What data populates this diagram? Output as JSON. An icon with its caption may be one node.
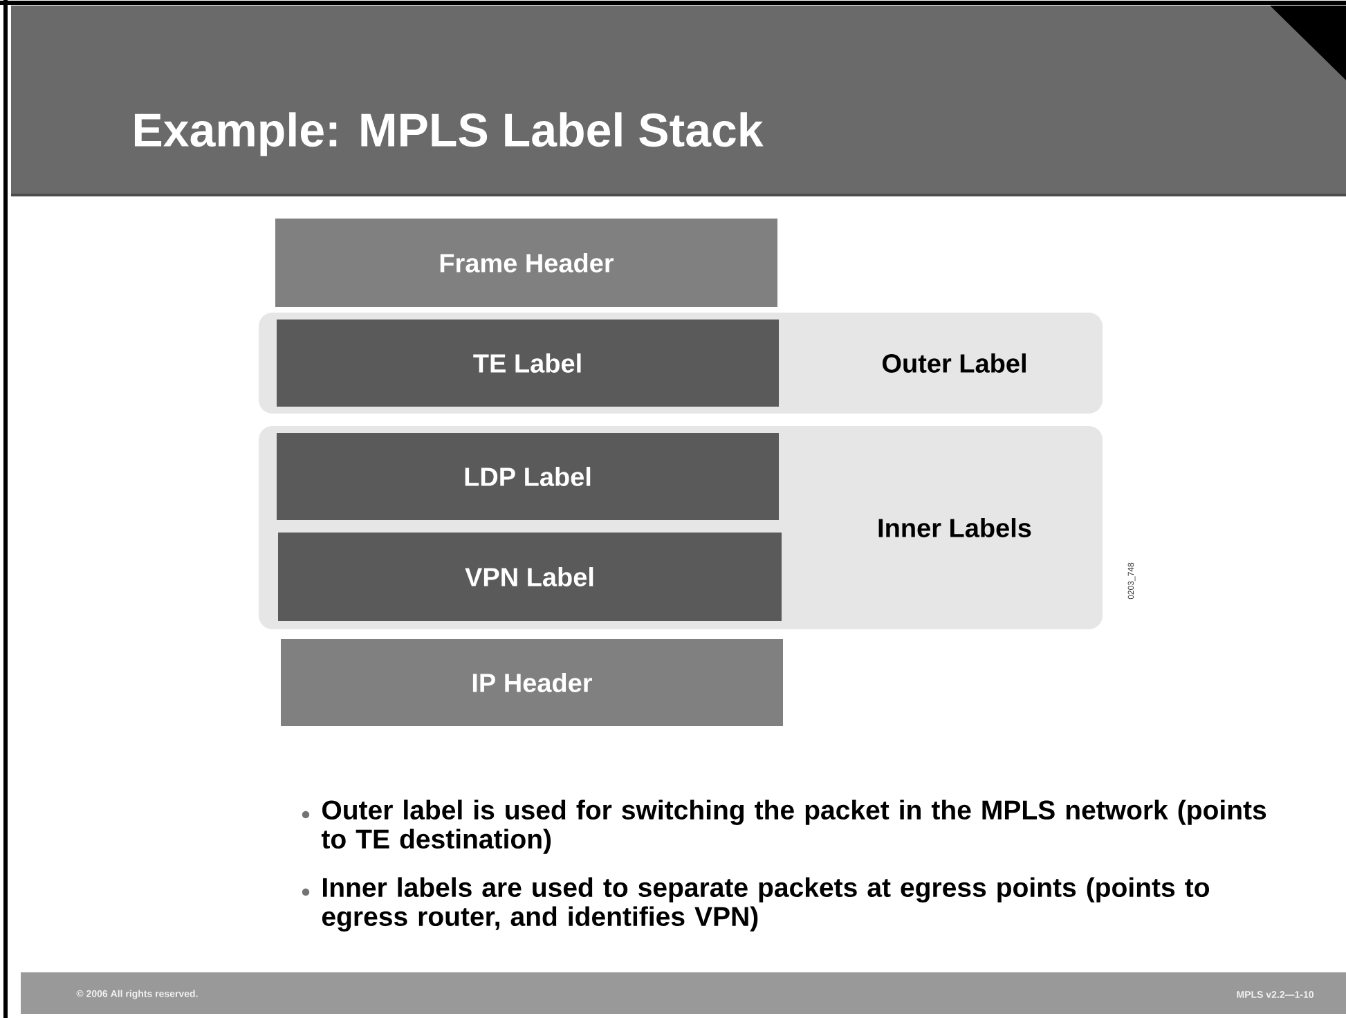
{
  "diagram": {
    "title": "Example: MPLS Label Stack",
    "nodes": [
      {
        "text": [
          "Frame Header"
        ]
      },
      {
        "text": [
          "Outer Label"
        ]
      },
      {
        "text": [
          "TE Label"
        ],
        "in": 1
      },
      {
        "text": [
          "Inner Labels"
        ]
      },
      {
        "text": [
          "LDP Label"
        ],
        "in": 3
      },
      {
        "text": [
          "VPN Label"
        ],
        "in": 3
      },
      {
        "text": [
          "IP Header"
        ]
      }
    ],
    "labels": [
      "0203_748",
      "Outer label is used for switching the packet in the MPLS network (points to TE destination)",
      "Inner labels are used to separate packets at egress points  (points to egress router, and identifies VPN)",
      "© 2006 All rights reserved.",
      "MPLS v2.2—1-10"
    ]
  }
}
